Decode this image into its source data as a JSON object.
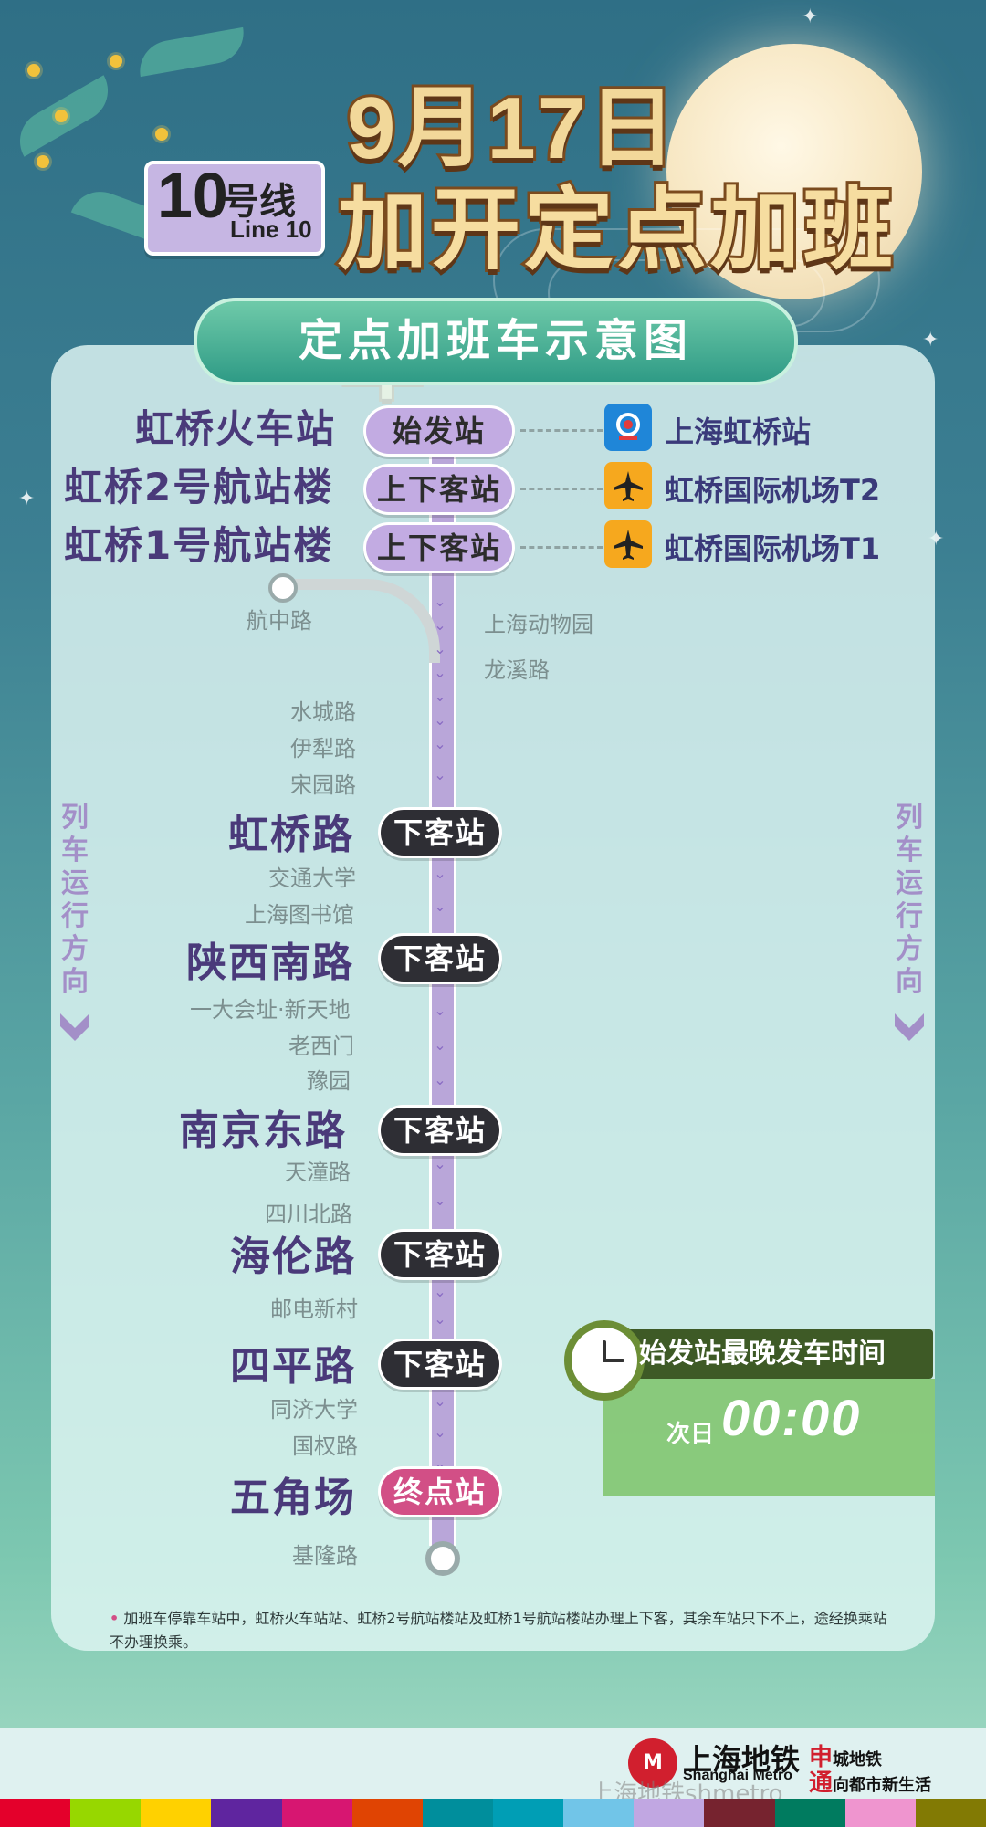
{
  "header": {
    "date": "9月17日",
    "title": "加开定点加班车",
    "line_badge": {
      "number": "10",
      "cn": "号线",
      "en": "Line 10"
    }
  },
  "panel": {
    "title": "定点加班车示意图",
    "direction_text": "列车运行方向",
    "stations": {
      "start": {
        "name": "虹桥火车站",
        "tag": "始发站",
        "connection": "上海虹桥站"
      },
      "t2": {
        "name": "虹桥2号航站楼",
        "tag": "上下客站",
        "connection": "虹桥国际机场T2"
      },
      "t1": {
        "name": "虹桥1号航站楼",
        "tag": "上下客站",
        "connection": "虹桥国际机场T1"
      },
      "branch": {
        "hangzhong": "航中路",
        "zoo": "上海动物园",
        "longxi": "龙溪路"
      },
      "small1": [
        "水城路",
        "伊犁路",
        "宋园路"
      ],
      "hongqiaolu": {
        "name": "虹桥路",
        "tag": "下客站"
      },
      "small2": [
        "交通大学",
        "上海图书馆"
      ],
      "shaanxi": {
        "name": "陕西南路",
        "tag": "下客站"
      },
      "small3": [
        "一大会址·新天地",
        "老西门",
        "豫园"
      ],
      "nanjing": {
        "name": "南京东路",
        "tag": "下客站"
      },
      "small4": [
        "天潼路",
        "四川北路"
      ],
      "hailun": {
        "name": "海伦路",
        "tag": "下客站"
      },
      "small5": [
        "邮电新村"
      ],
      "siping": {
        "name": "四平路",
        "tag": "下客站"
      },
      "small6": [
        "同济大学",
        "国权路"
      ],
      "wujiaochang": {
        "name": "五角场",
        "tag": "终点站"
      },
      "small7": [
        "基隆路"
      ]
    },
    "last_train": {
      "label": "始发站最晚发车时间",
      "next_day": "次日",
      "time": "00:00"
    },
    "note": "加班车停靠车站中，虹桥火车站站、虹桥2号航站楼站及虹桥1号航站楼站办理上下客，其余车站只下不上，途经换乘站不办理换乘。"
  },
  "footer": {
    "logo_mark": "M",
    "logo_cn": "上海地铁",
    "logo_en": "Shanghai Metro",
    "slogan_1a": "申",
    "slogan_1b": "城地铁",
    "slogan_2a": "通",
    "slogan_2b": "向都市新生活",
    "watermark": "上海地铁shmetro"
  },
  "colors": {
    "lavender": "#c2abe2",
    "dark_pill": "#2e2e34",
    "terminal": "#d24f86",
    "panel_title": "#2f9b86",
    "gold": "#f6dda0"
  },
  "icons": {
    "rail": "railway-station-icon",
    "plane": "airplane-icon",
    "clock": "clock-icon"
  }
}
